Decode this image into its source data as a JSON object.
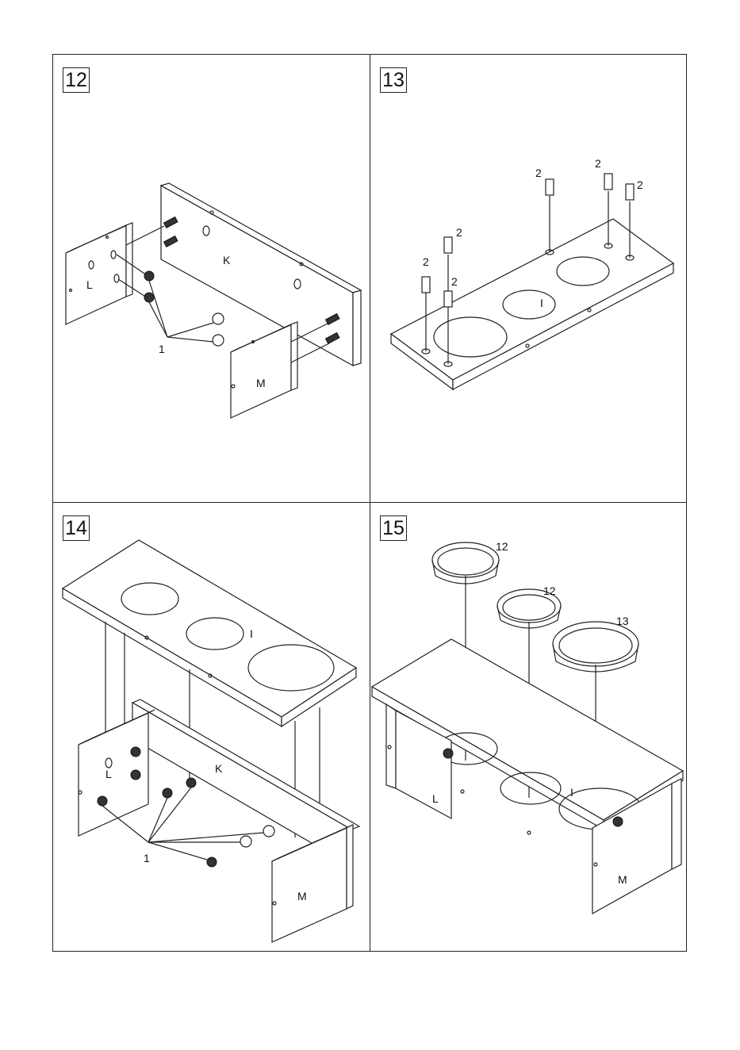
{
  "panels": [
    {
      "step": "12",
      "labels": {
        "L": "L",
        "K": "K",
        "M": "M",
        "one": "1"
      }
    },
    {
      "step": "13",
      "labels": {
        "I": "I",
        "two": "2"
      }
    },
    {
      "step": "14",
      "labels": {
        "L": "L",
        "K": "K",
        "I": "I",
        "M": "M",
        "one": "1"
      }
    },
    {
      "step": "15",
      "labels": {
        "L": "L",
        "I": "I",
        "M": "M",
        "twelve": "12",
        "thirteen": "13"
      }
    }
  ],
  "icons": [
    "shelf-board-icon",
    "side-panel-icon",
    "cam-lock-icon",
    "dowel-icon",
    "bowl-ring-icon"
  ]
}
